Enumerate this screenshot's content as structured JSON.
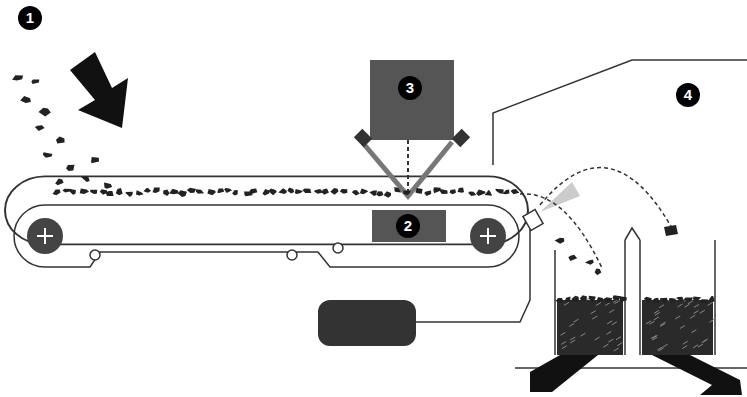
{
  "diagram": {
    "labels": [
      "1",
      "3",
      "4",
      "2"
    ]
  }
}
